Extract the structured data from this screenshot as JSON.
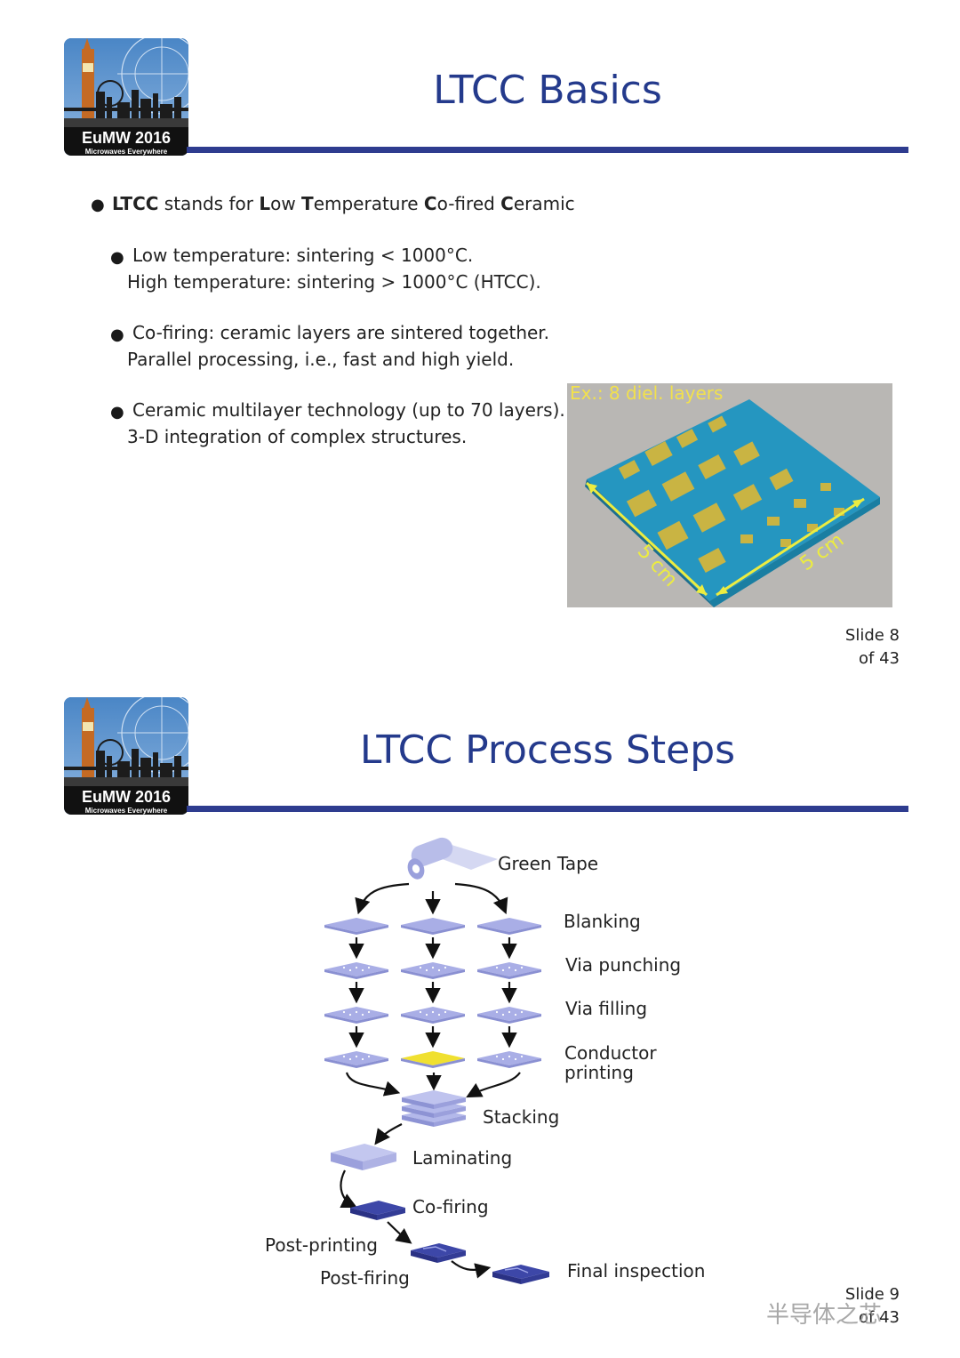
{
  "slide1": {
    "logo": {
      "title": "EuMW 2016",
      "subtitle": "Microwaves Everywhere"
    },
    "title": "LTCC Basics",
    "bullets": {
      "main": {
        "b1": "LTCC",
        "t1": " stands for ",
        "b2": "L",
        "t2": "ow ",
        "b3": "T",
        "t3": "emperature ",
        "b4": "C",
        "t4": "o-fired ",
        "b5": "C",
        "t5": "eramic"
      },
      "sub": [
        {
          "line1": "Low temperature: sintering < 1000°C.",
          "line2": "High temperature: sintering > 1000°C (HTCC)."
        },
        {
          "line1": "Co-firing: ceramic layers are sintered together.",
          "line2": "Parallel processing, i.e., fast and high yield."
        },
        {
          "line1": "Ceramic multilayer technology (up to 70 layers).",
          "line2": "3-D integration of complex structures."
        }
      ]
    },
    "photo": {
      "label": "Ex.: 8 diel. layers",
      "dim_left": "5 cm",
      "dim_right": "5 cm"
    },
    "slide_number": {
      "line1": "Slide 8",
      "line2": "of 43"
    }
  },
  "slide2": {
    "logo": {
      "title": "EuMW 2016",
      "subtitle": "Microwaves Everywhere"
    },
    "title": "LTCC Process Steps",
    "steps": {
      "green_tape": "Green Tape",
      "blanking": "Blanking",
      "via_punching": "Via punching",
      "via_filling": "Via filling",
      "conductor_printing_1": "Conductor",
      "conductor_printing_2": "printing",
      "stacking": "Stacking",
      "laminating": "Laminating",
      "co_firing": "Co-firing",
      "post_printing": "Post-printing",
      "post_firing": "Post-firing",
      "final_inspection": "Final inspection"
    },
    "slide_number": {
      "line1": "Slide 9",
      "line2": "of 43"
    }
  },
  "watermark": "半导体之芯",
  "colors": {
    "title": "#243a8c",
    "bar": "#2e3c8f",
    "tile": "#a9aee6",
    "tile_yellow": "#f0e030",
    "board": "#2aa0c8",
    "gold": "#c8b040"
  }
}
